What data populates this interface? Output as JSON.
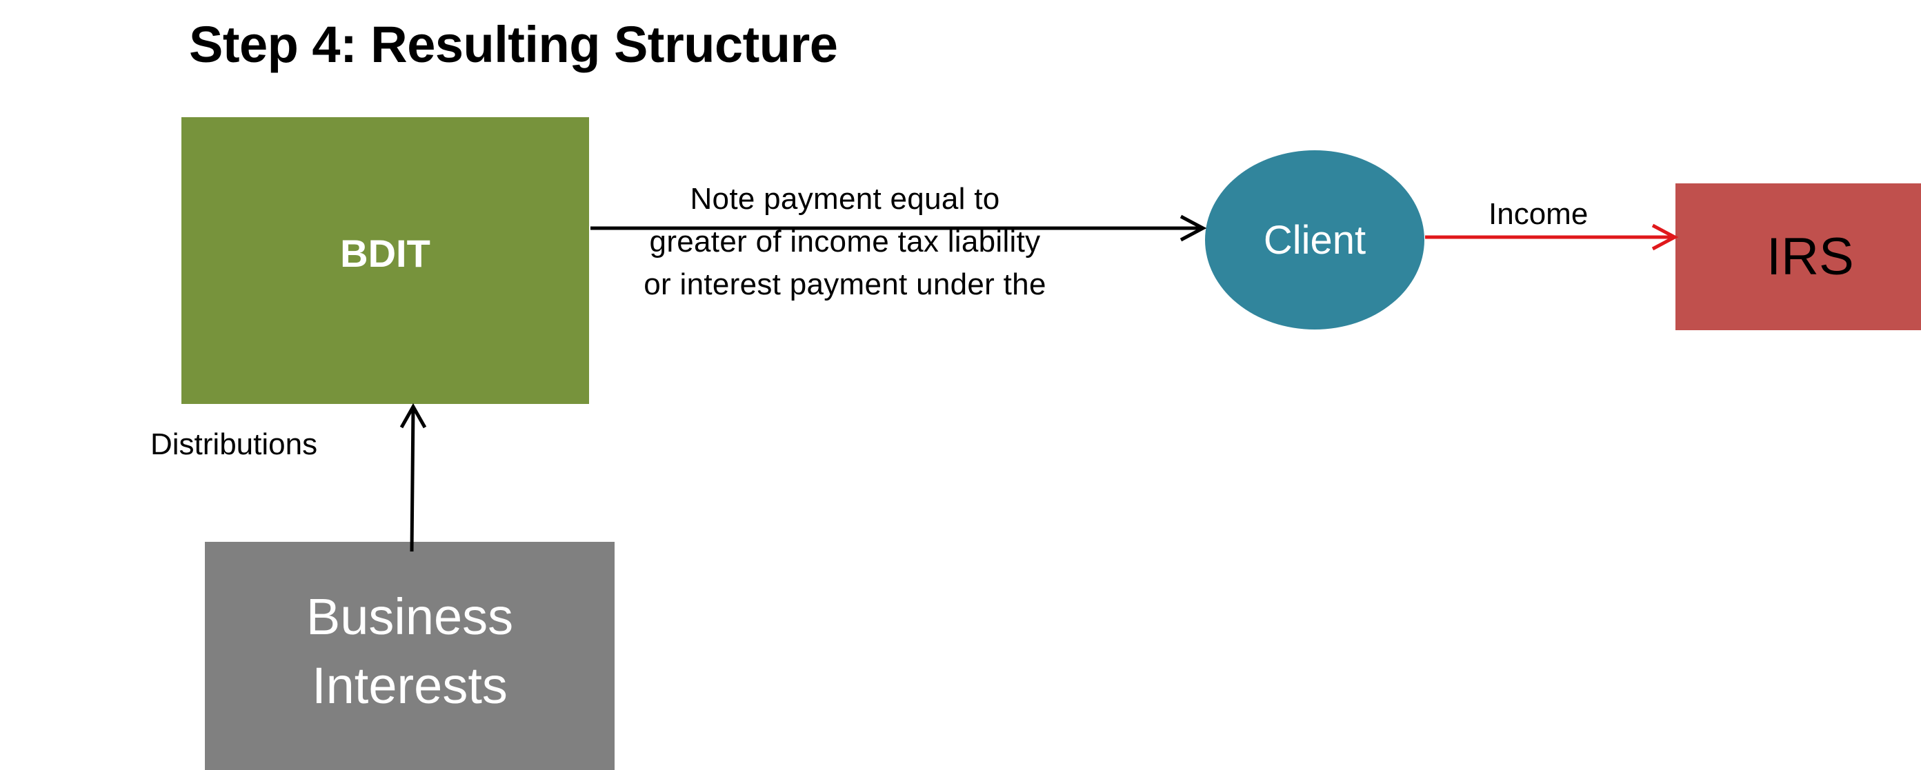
{
  "title": "Step 4: Resulting Structure",
  "nodes": {
    "bdit": "BDIT",
    "business_interests_line1": "Business",
    "business_interests_line2": "Interests",
    "client": "Client",
    "irs": "IRS"
  },
  "edges": {
    "note_payment_line1": "Note payment equal to",
    "note_payment_line2": "greater of income tax liability",
    "note_payment_line3": "or interest payment under the",
    "income": "Income",
    "distributions": "Distributions"
  },
  "colors": {
    "bdit": "#77933c",
    "business_interests": "#808080",
    "client": "#31859c",
    "irs": "#c0504d",
    "income_arrow": "#e0181b",
    "arrow": "#000000"
  }
}
